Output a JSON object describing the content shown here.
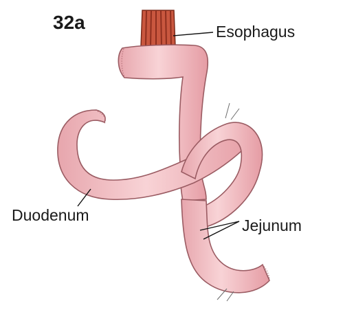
{
  "figure": {
    "number": "32a",
    "labels": {
      "esophagus": "Esophagus",
      "duodenum": "Duodenum",
      "jejunum": "Jejunum"
    }
  },
  "colors": {
    "bowel_fill": "#f4c4c8",
    "bowel_shade": "#e49aa2",
    "bowel_outline": "#9a5b62",
    "esophagus_fill": "#c9573f",
    "esophagus_stripe": "#8e2f1f",
    "leader_line": "#111111"
  }
}
